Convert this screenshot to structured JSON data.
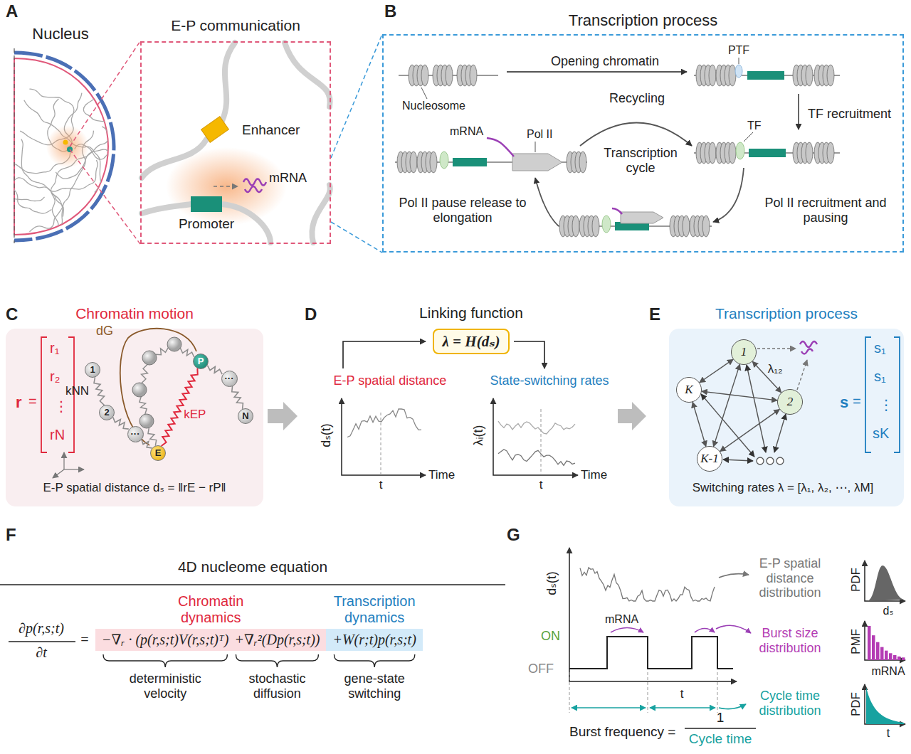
{
  "diagram": {
    "nodes": [
      {
        "text": [
          "E-P communication"
        ]
      },
      {
        "text": [
          "Enhancer"
        ],
        "in": 0
      },
      {
        "text": [
          "Promoter"
        ],
        "in": 0
      },
      {
        "text": [
          "Transcription process"
        ]
      },
      {
        "text": [
          "Chromatin motion"
        ]
      },
      {
        "text": [
          "1"
        ],
        "in": 4
      },
      {
        "text": [
          "2"
        ],
        "in": 4
      },
      {
        "text": [
          "···"
        ],
        "in": 4
      },
      {
        "text": [
          "E"
        ],
        "in": 4
      },
      {
        "text": [
          "P"
        ],
        "in": 4
      },
      {
        "text": [
          "···"
        ],
        "in": 4
      },
      {
        "text": [
          "N"
        ],
        "in": 4
      },
      {
        "text": [
          "λ = H(dₛ)"
        ]
      },
      {
        "text": [
          "Transcription process"
        ]
      },
      {
        "text": [
          "1"
        ],
        "in": 13
      },
      {
        "text": [
          "2"
        ],
        "in": 13
      },
      {
        "text": [
          "K"
        ],
        "in": 13
      },
      {
        "text": [
          "K-1"
        ],
        "in": 13
      },
      {
        "text": [
          "−∇ᵣ · (p(r,s;t)V(r,s;t)ᵀ)",
          "+∇ᵣ²(Dp(r,s;t))"
        ]
      },
      {
        "text": [
          "+W(r;t)p(r,s;t)"
        ]
      }
    ],
    "edges": [
      {
        "from": 5,
        "to": 6,
        "arrow": "none"
      },
      {
        "from": 6,
        "to": 7,
        "arrow": "none"
      },
      {
        "from": 7,
        "to": 8,
        "arrow": "none"
      },
      {
        "from": 8,
        "to": 9,
        "label": "kEP",
        "arrow": "none"
      },
      {
        "from": 9,
        "to": 10,
        "arrow": "none"
      },
      {
        "from": 10,
        "to": 11,
        "arrow": "none"
      },
      {
        "from": 14,
        "to": 15,
        "label": "λ₁₂",
        "arrow": "both"
      },
      {
        "from": 14,
        "to": 16,
        "arrow": "both"
      },
      {
        "from": 14,
        "to": 17,
        "arrow": "both"
      },
      {
        "from": 15,
        "to": 16,
        "arrow": "both"
      },
      {
        "from": 15,
        "to": 17,
        "arrow": "both"
      },
      {
        "from": 16,
        "to": 17,
        "arrow": "both"
      }
    ],
    "labels": [
      "A",
      "B",
      "C",
      "D",
      "E",
      "F",
      "G",
      "Nucleus",
      "mRNA",
      "Opening chromatin",
      "Nucleosome",
      "PTF",
      "TF recruitment",
      "Recycling",
      "mRNA",
      "Pol II",
      "Transcription cycle",
      "TF",
      "Pol II pause release to elongation",
      "Pol II recruitment and pausing",
      "r",
      "=",
      "r₁",
      "r₂",
      "⋮",
      "rN",
      "dG",
      "kNN",
      "E-P spatial distance dₛ = ‖rE − rP‖",
      "Linking function",
      "E-P spatial distance",
      "State-switching rates",
      "dₛ(t)",
      "t",
      "Time",
      "λᵢ(t)",
      "t",
      "Time",
      "s",
      "=",
      "s₁",
      "s₁",
      "⋮",
      "sK",
      "Switching rates λ = [λ₁, λ₂, ⋯, λM]",
      "4D nucleome equation",
      "∂p(r,s;t)",
      "∂t",
      "=",
      "Chromatin dynamics",
      "Transcription dynamics",
      "deterministic velocity",
      "stochastic diffusion",
      "gene-state switching",
      "dₛ(t)",
      "ON",
      "OFF",
      "mRNA",
      "t",
      "E-P spatial distance distribution",
      "PDF",
      "dₛ",
      "Burst size distribution",
      "PMF",
      "mRNA",
      "Cycle time distribution",
      "PDF",
      "t",
      "Burst frequency =",
      "1",
      "Cycle time"
    ]
  }
}
